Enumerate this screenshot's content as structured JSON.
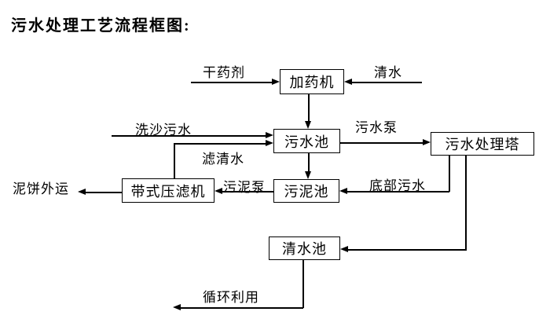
{
  "title": "污水处理工艺流程框图:",
  "flowchart": {
    "type": "process-flow-diagram",
    "nodes": {
      "dosing_machine": "加药机",
      "sewage_pool": "污水池",
      "sewage_treatment_tower": "污水处理塔",
      "sludge_pool": "污泥池",
      "belt_filter_press": "带式压滤机",
      "clean_water_pool": "清水池"
    },
    "labels": {
      "dry_chemical": "干药剂",
      "clean_water": "清水",
      "sand_washing_sewage": "洗沙污水",
      "filtered_water": "滤清水",
      "sewage_pump": "污水泵",
      "sludge_pump": "污泥泵",
      "bottom_sewage": "底部污水",
      "mud_cake_out": "泥饼外运",
      "recycle_use": "循环利用"
    },
    "colors": {
      "line": "#000000",
      "text": "#000000",
      "background": "#ffffff"
    }
  }
}
